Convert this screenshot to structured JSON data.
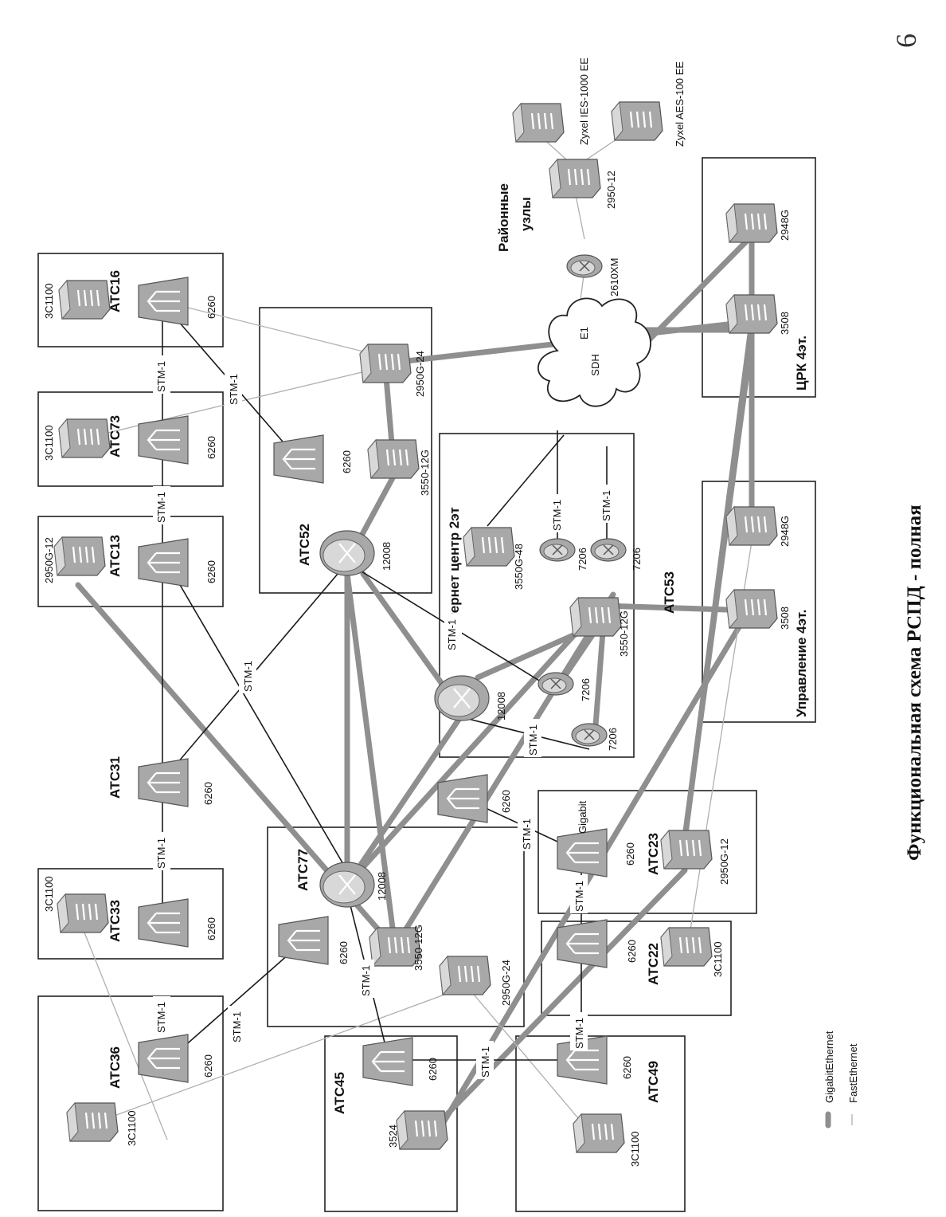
{
  "title": "Функциональная схема РСПД - полная",
  "page_number": "6",
  "legend": {
    "gigabit": "GigabitEthernet",
    "fast": "FastEthernet"
  },
  "colors": {
    "gigabit_line": "#8f8f8f",
    "fast_line": "#b0b0b0",
    "stm_line": "#1a1a1a",
    "device": "#a8a8a8"
  },
  "sites": {
    "atc16": "АТС16",
    "atc73": "АТС73",
    "atc13": "АТС13",
    "atc52": "АТС52",
    "atc31": "АТС31",
    "atc33": "АТС33",
    "atc36": "АТС36",
    "atc77": "АТС77",
    "atc45": "АТС45",
    "atc49": "АТС49",
    "atc22": "АТС22",
    "atc23": "АТС23",
    "atc53": "АТС53",
    "internet_center": "Интернет центр 2эт",
    "management": "Управление 4эт.",
    "crk": "ЦРК 4эт.",
    "district_nodes": "Районные узлы"
  },
  "devices": {
    "atc16_sw": "3C1100",
    "atc16_mux": "6260",
    "atc73_sw": "3C1100",
    "atc73_mux": "6260",
    "atc13_sw": "2950G-12",
    "atc13_mux": "6260",
    "atc52_mux": "6260",
    "atc52_router": "12008",
    "atc52_sw1": "3550-12G",
    "atc52_sw2": "2950G-24",
    "atc31_mux": "6260",
    "atc33_sw": "3C1100",
    "atc33_mux": "6260",
    "atc36_mux": "6260",
    "atc36_sw": "3C1100",
    "atc77_router": "12008",
    "atc77_mux": "6260",
    "atc77_sw1": "3550-12G",
    "atc77_sw2": "2950G-24",
    "atc45_sw": "3524",
    "atc45_mux": "6260",
    "atc49_mux": "6260",
    "atc49_sw": "3C1100",
    "atc22_mux": "6260",
    "atc22_sw": "3C1100",
    "atc23_mux": "6260",
    "atc23_sw": "2950G-12",
    "atc23_gig": "Gigabit",
    "ic_sw48": "3550G-48",
    "ic_7206a": "7206",
    "ic_7206b": "7206",
    "ic_3550": "3550-12G",
    "ic_router": "12008",
    "ic_7206c": "7206",
    "ic_7206d": "7206",
    "ic_mux": "6260",
    "mgmt_3508": "3508",
    "mgmt_2948": "2948G",
    "crk_3508": "3508",
    "crk_2948": "2948G",
    "dist_router": "2610XM",
    "dist_sw": "2950-12",
    "zyxel1": "Zyxel IES-1000 EE",
    "zyxel2": "Zyxel AES-100 EE"
  },
  "cloud": "SDH",
  "e1": "E1",
  "stm": "STM-1"
}
